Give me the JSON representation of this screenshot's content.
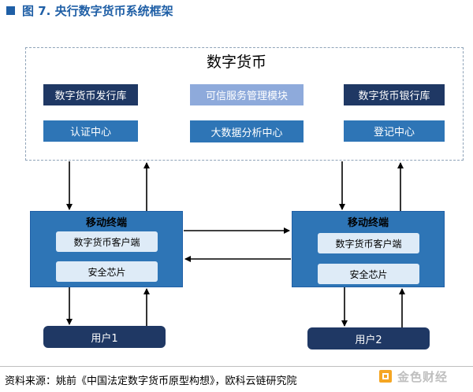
{
  "figure_title": "图 7.  央行数字货币系统框架",
  "center": {
    "title": "数字货币",
    "issuing_db": "数字货币发行库",
    "trusted_module": "可信服务管理模块",
    "bank_db": "数字货币银行库",
    "auth_center": "认证中心",
    "big_data": "大数据分析中心",
    "registry": "登记中心"
  },
  "terminal_left": {
    "label": "移动终端",
    "client": "数字货币客户端",
    "chip": "安全芯片"
  },
  "terminal_right": {
    "label": "移动终端",
    "client": "数字货币客户端",
    "chip": "安全芯片"
  },
  "user1": "用户1",
  "user2": "用户2",
  "source": "资料来源：姚前《中国法定数字货币原型构想》，欧科云链研究院",
  "watermark": "金色财经",
  "colors": {
    "navy": "#1f3864",
    "blue": "#2e75b6",
    "light_blue": "#8eaadb",
    "inner_fill": "#deebf7",
    "title_blue": "#1f5fa6"
  }
}
